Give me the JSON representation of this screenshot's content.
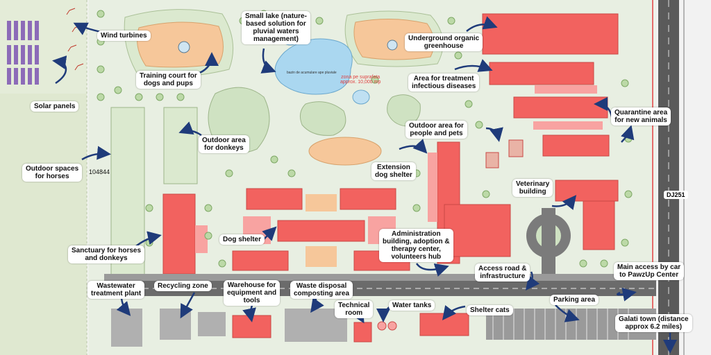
{
  "callouts": {
    "wind_turbines": "Wind turbines",
    "small_lake": "Small lake (nature-\nbased solution for\npluvial waters\nmanagement)",
    "greenhouse": "Underground organic\ngreenhouse",
    "training_court": "Training court for\ndogs and pups",
    "solar_panels": "Solar panels",
    "infectious": "Area for treatment\ninfectious diseases",
    "quarantine": "Quarantine area\nfor new animals",
    "outdoor_donkeys": "Outdoor area\nfor donkeys",
    "outdoor_people": "Outdoor area for\npeople and pets",
    "outdoor_horses": "Outdoor spaces\nfor horses",
    "extension_shelter": "Extension\ndog shelter",
    "veterinary": "Veterinary\nbuilding",
    "dog_shelter": "Dog shelter",
    "administration": "Administration\nbuilding, adoption &\ntherapy center,\nvolunteers hub",
    "sanctuary": "Sanctuary for horses\nand donkeys",
    "access_road": "Access road &\ninfrastructure",
    "main_access": "Main access by car\nto PawzUp Center",
    "wastewater": "Wastewater\ntreatment plant",
    "recycling": "Recycling zone",
    "warehouse": "Warehouse for\nequipment and\ntools",
    "waste_disposal": "Waste disposal\ncomposting area",
    "technical_room": "Technical\nroom",
    "water_tanks": "Water tanks",
    "shelter_cats": "Shelter cats",
    "parking": "Parking area",
    "galati": "Galati town (distance\napprox 6.2 miles)"
  },
  "labels": {
    "road_code": "DJ251",
    "parcel": "104844",
    "lake_area": "zona pe suprafata\napprox. 10,000 mp",
    "lake_name": "bazin de acumulare ape pluviale"
  },
  "colors": {
    "building": "#f2625f",
    "grass": "#dbe9cf",
    "orange_court": "#f6c79a",
    "lake": "#aad7f0",
    "road": "#6b6b6b",
    "callout_arrow": "#1f3b7a"
  }
}
